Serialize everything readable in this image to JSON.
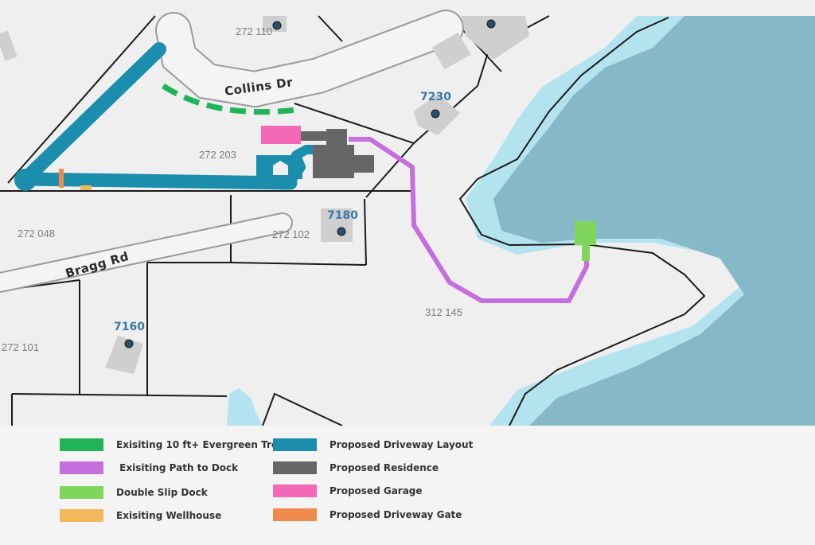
{
  "colors": {
    "trees": "#1fb35a",
    "path": "#c56ede",
    "dock": "#7fd65a",
    "wellhouse": "#f1b85c",
    "driveway": "#1c8ead",
    "residence": "#666666",
    "garage": "#f468b8",
    "gate": "#f08a4c",
    "water_deep": "#86b8c7",
    "water_shallow": "#b3e3ef"
  },
  "roads": {
    "collins": "Collins Dr",
    "bragg": "Bragg Rd"
  },
  "parcels": {
    "p272_110": "272 110",
    "p272_203": "272 203",
    "p272_048": "272 048",
    "p272_102": "272 102",
    "p312_145": "312 145",
    "p272_101": "272 101"
  },
  "addresses": {
    "a7230": "7230",
    "a7180": "7180",
    "a7160": "7160"
  },
  "legend": [
    {
      "label": "Exisiting 10 ft+ Evergreen Trees",
      "color": "#1fb35a"
    },
    {
      "label": " Exisiting Path to Dock",
      "color": "#c56ede"
    },
    {
      "label": "Double Slip Dock",
      "color": "#7fd65a"
    },
    {
      "label": "Exisiting Wellhouse",
      "color": "#f1b85c"
    },
    {
      "label": "Proposed Driveway Layout",
      "color": "#1c8ead"
    },
    {
      "label": "Proposed Residence",
      "color": "#666666"
    },
    {
      "label": "Proposed Garage",
      "color": "#f468b8"
    },
    {
      "label": "Proposed Driveway Gate",
      "color": "#f08a4c"
    }
  ]
}
